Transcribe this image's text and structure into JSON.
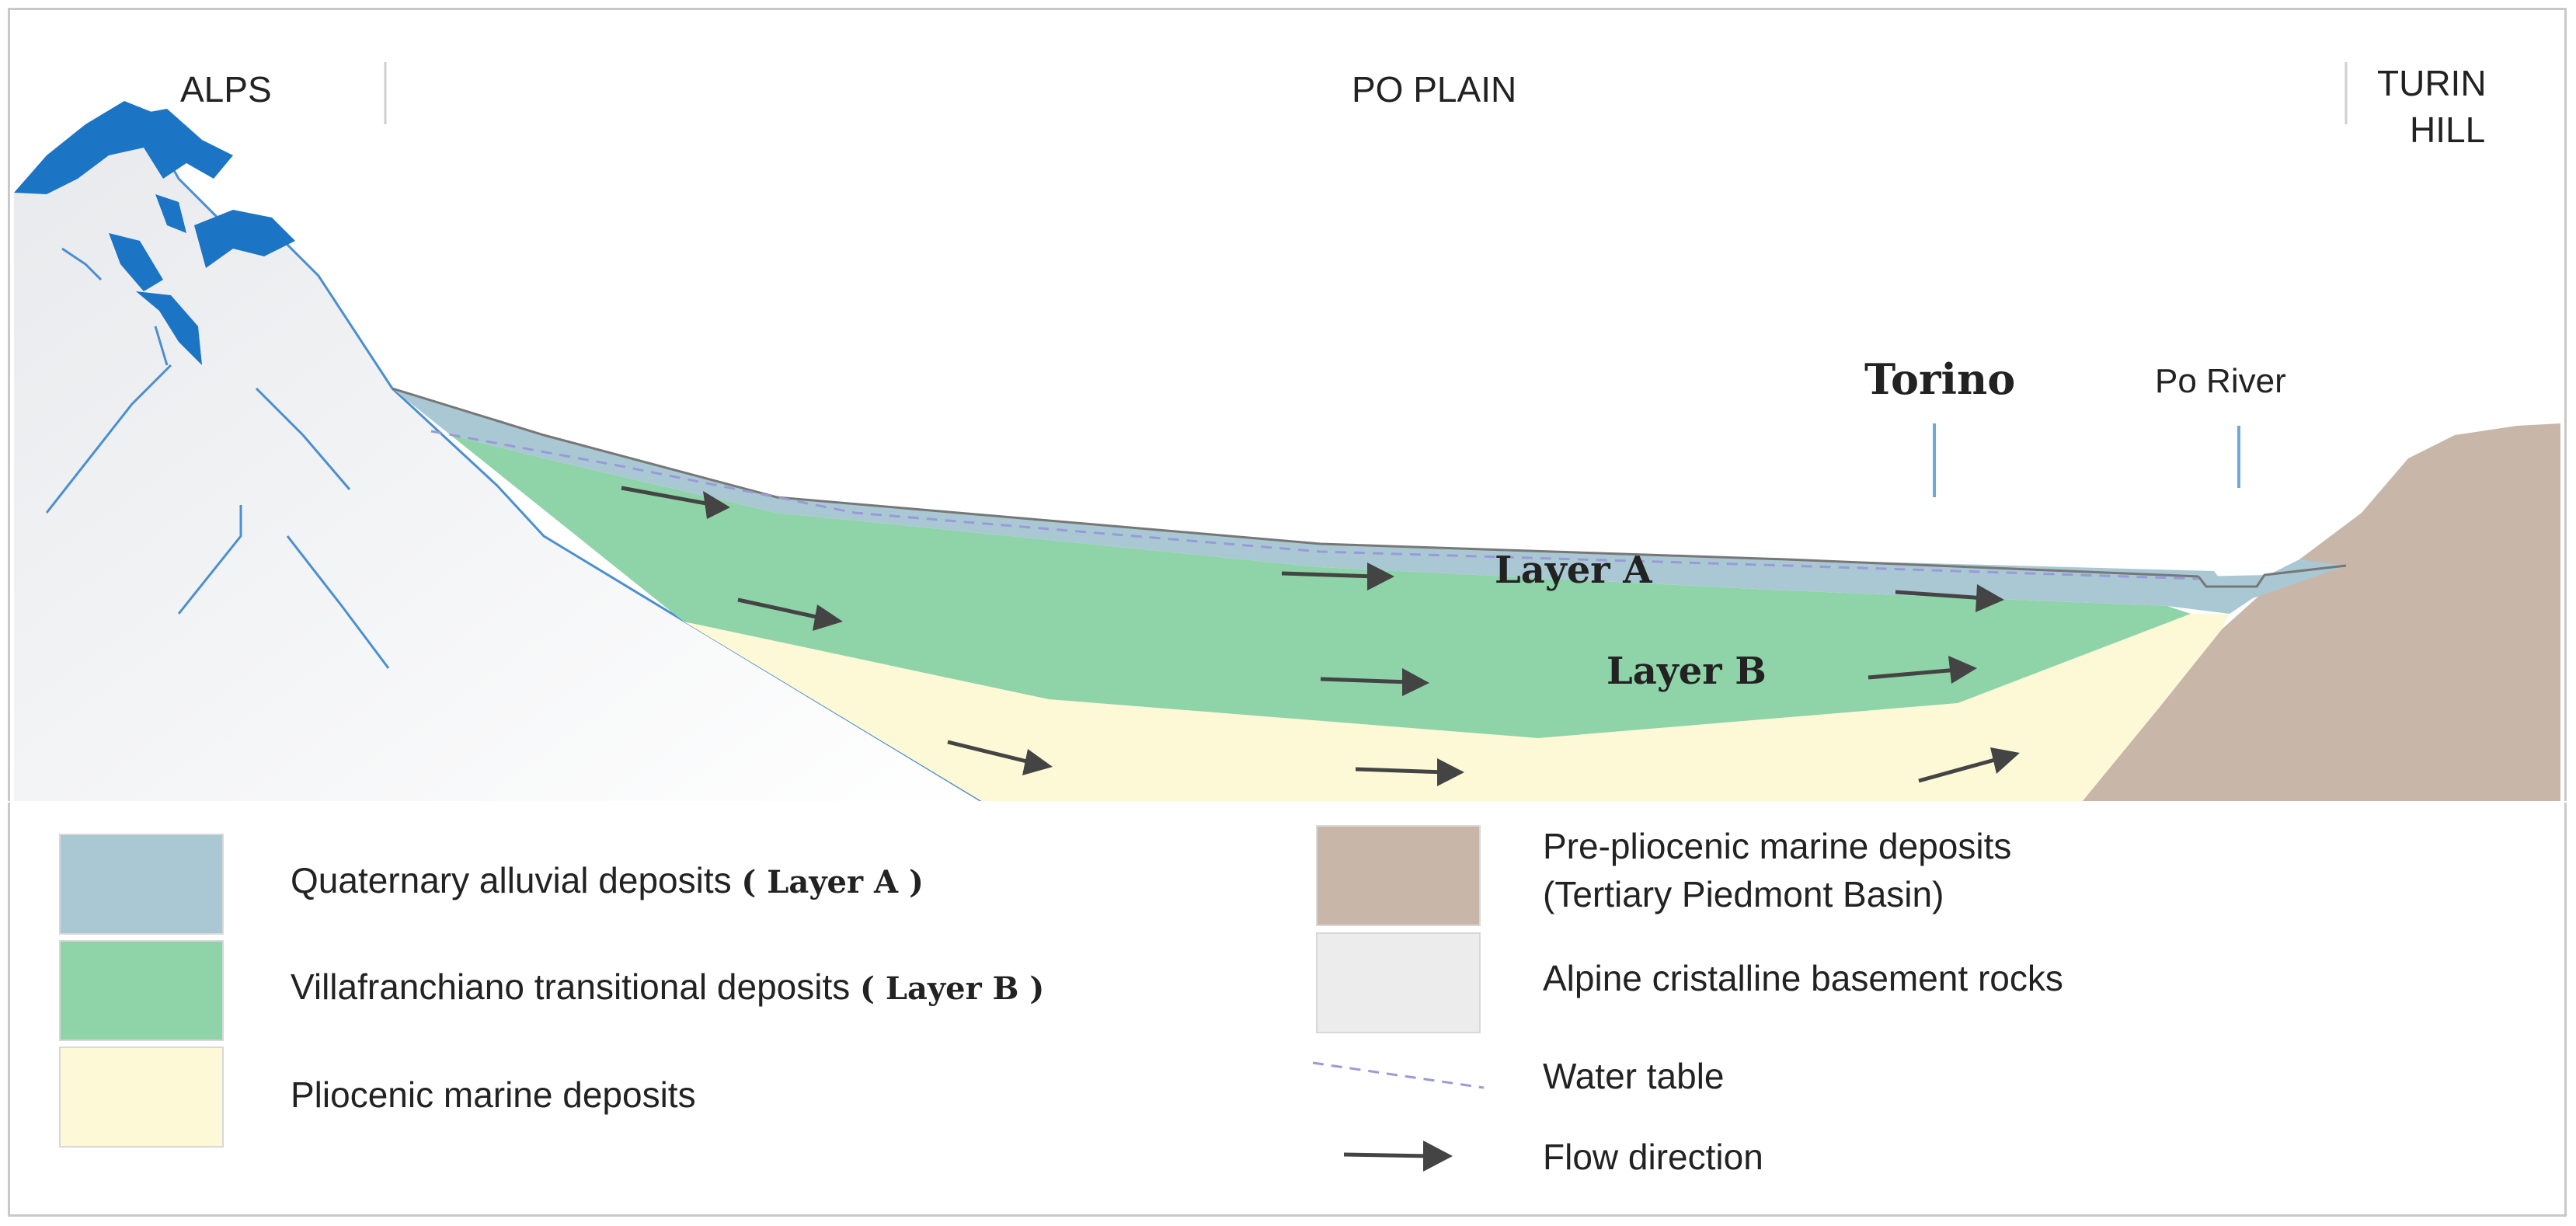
{
  "regions": {
    "left": "ALPS",
    "center": "PO PLAIN",
    "right_line1": "TURIN",
    "right_line2": "HILL"
  },
  "places": {
    "city": "Torino",
    "river": "Po River"
  },
  "layers": {
    "a": "Layer A",
    "b": "Layer B"
  },
  "legend": {
    "quaternary": {
      "text": "Quaternary alluvial deposits",
      "tag": "( Layer A )",
      "color": "#a9c8d4"
    },
    "villafranchiano": {
      "text": "Villafranchiano transitional deposits",
      "tag": "( Layer B )",
      "color": "#8fd3a8"
    },
    "pliocenic": {
      "text": "Pliocenic marine deposits",
      "color": "#fdf9d6"
    },
    "prepliocenic_line1": "Pre-pliocenic marine deposits",
    "prepliocenic_line2": "(Tertiary Piedmont Basin)",
    "prepliocenic_color": "#c8b7a8",
    "alpine": {
      "text": "Alpine cristalline basement rocks",
      "color": "#ececec"
    },
    "water_table": "Water table",
    "flow": "Flow direction"
  },
  "icons": {
    "flow": "flow-arrow-icon",
    "water": "water-table-dashed-line"
  }
}
